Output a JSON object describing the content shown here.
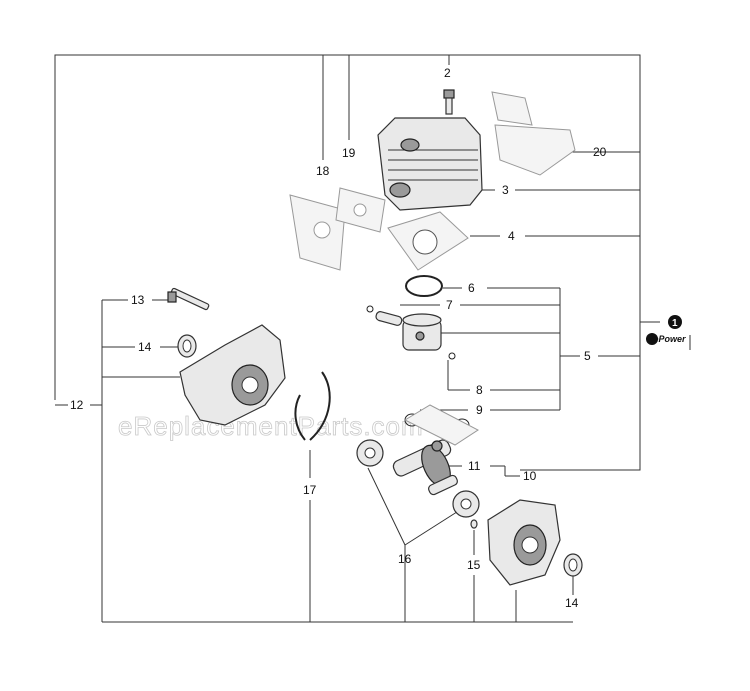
{
  "watermark": "eReplacementParts.com",
  "brand_badge": {
    "number": "1",
    "text": "RePower"
  },
  "callouts": {
    "c2": "2",
    "c3": "3",
    "c4": "4",
    "c5": "5",
    "c6": "6",
    "c7": "7",
    "c8": "8",
    "c9": "9",
    "c10": "10",
    "c11": "11",
    "c12": "12",
    "c13": "13",
    "c14a": "14",
    "c14b": "14",
    "c15": "15",
    "c16": "16",
    "c17": "17",
    "c18": "18",
    "c19": "19",
    "c20": "20"
  }
}
